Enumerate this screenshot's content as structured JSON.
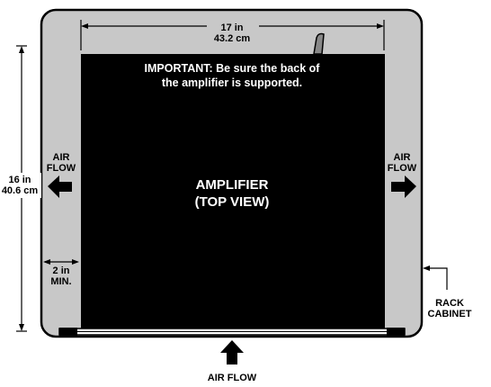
{
  "width_dim": {
    "imperial": "17 in",
    "metric": "43.2 cm"
  },
  "depth_dim": {
    "imperial": "16 in",
    "metric": "40.6 cm"
  },
  "clearance": {
    "value": "2 in",
    "note": "MIN."
  },
  "important_note": {
    "line1": "IMPORTANT: Be sure the back of",
    "line2": "the amplifier is supported."
  },
  "amplifier": {
    "line1": "AMPLIFIER",
    "line2": "(TOP VIEW)"
  },
  "airflow": {
    "left": {
      "line1": "AIR",
      "line2": "FLOW"
    },
    "right": {
      "line1": "AIR",
      "line2": "FLOW"
    },
    "bottom": "AIR FLOW"
  },
  "rack": {
    "line1": "RACK",
    "line2": "CABINET"
  },
  "colors": {
    "cabinet": "#c8c8c8",
    "amplifier": "#000000",
    "outline": "#000000"
  }
}
